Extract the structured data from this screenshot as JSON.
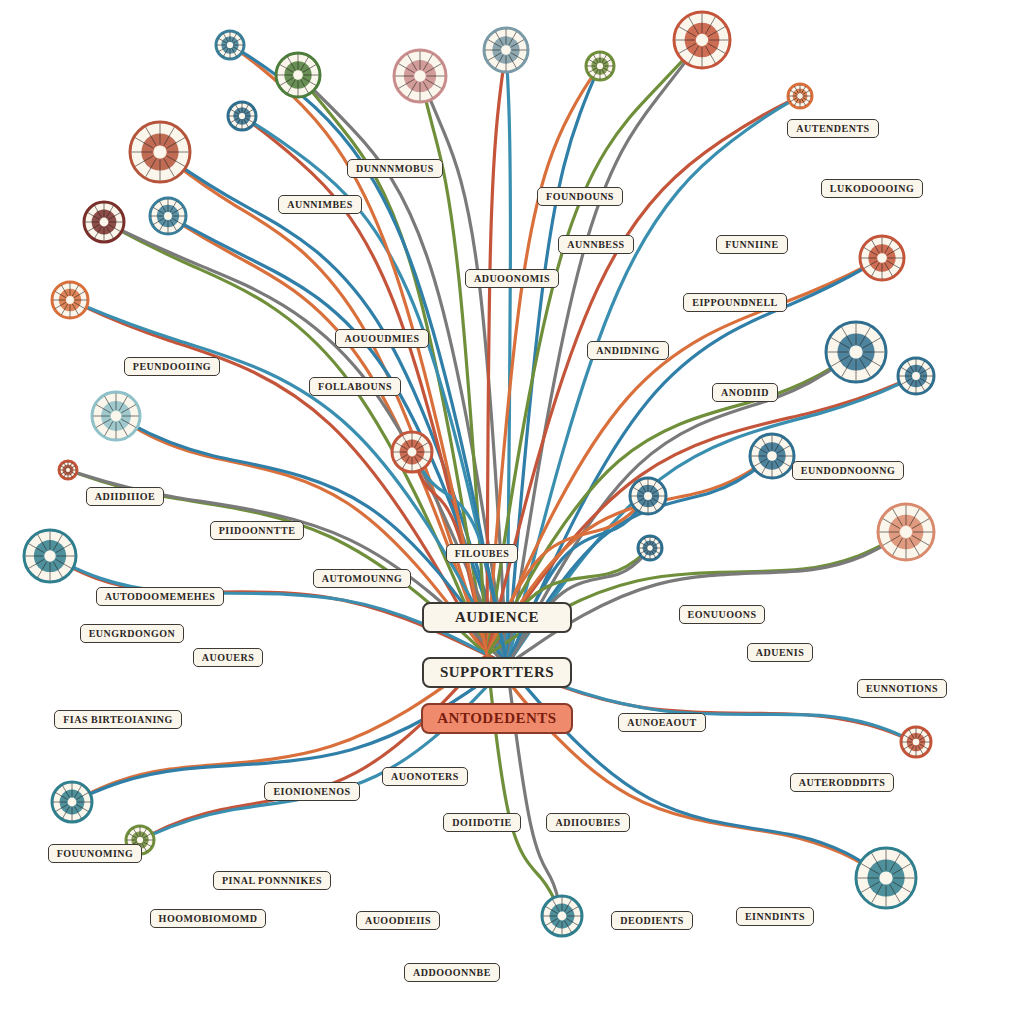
{
  "diagram": {
    "nodes": [
      {
        "text": [
          "AUTENDENTS"
        ]
      },
      {
        "text": [
          "DUNNNMOBUS"
        ]
      },
      {
        "text": [
          "LUKODOOOING"
        ]
      },
      {
        "text": [
          "FOUNDOUNS"
        ]
      },
      {
        "text": [
          "AUNNIMBES"
        ]
      },
      {
        "text": [
          "AUNNBESS"
        ]
      },
      {
        "text": [
          "FUNNIINE"
        ]
      },
      {
        "text": [
          "ADUOONOMIS"
        ]
      },
      {
        "text": [
          "EIPPOUNDNELL"
        ]
      },
      {
        "text": [
          "AOUOUDMIES"
        ]
      },
      {
        "text": [
          "ANDIDNING"
        ]
      },
      {
        "text": [
          "PEUNDOOIING"
        ]
      },
      {
        "text": [
          "FOLLABOUNS"
        ]
      },
      {
        "text": [
          "ANODIID"
        ]
      },
      {
        "text": [
          "EUNDODNOONNG"
        ]
      },
      {
        "text": [
          "ADIIDIIIOE"
        ]
      },
      {
        "text": [
          "PIIDOONNTTE"
        ]
      },
      {
        "text": [
          "FILOUBES"
        ]
      },
      {
        "text": [
          "AUTOMOUNNG"
        ]
      },
      {
        "text": [
          "AUTODOOMEMEHES"
        ]
      },
      {
        "text": [
          "EONUUOONS"
        ]
      },
      {
        "text": [
          "AUDIENCE"
        ]
      },
      {
        "text": [
          "EUNGRDONGON"
        ]
      },
      {
        "text": [
          "ADUENIS"
        ]
      },
      {
        "text": [
          "AUOUERS"
        ]
      },
      {
        "text": [
          "SUPPORTTERS"
        ]
      },
      {
        "text": [
          "EUNNOTIONS"
        ]
      },
      {
        "text": [
          "ANTODEDENTS"
        ]
      },
      {
        "text": [
          "FIAS BIRTEOIANING"
        ]
      },
      {
        "text": [
          "AUNOEAOUT"
        ]
      },
      {
        "text": [
          "AUONOTERS"
        ]
      },
      {
        "text": [
          "AUTERODDDITS"
        ]
      },
      {
        "text": [
          "EIONIONENOS"
        ]
      },
      {
        "text": [
          "DOIIDOTIE"
        ]
      },
      {
        "text": [
          "ADIIOUBIES"
        ]
      },
      {
        "text": [
          "FOUUNOMING"
        ]
      },
      {
        "text": [
          "PINAL PONNNIKES"
        ]
      },
      {
        "text": [
          "EINNDINTS"
        ]
      },
      {
        "text": [
          "HOOMOBIOMOMD"
        ]
      },
      {
        "text": [
          "AUOODIEIIS"
        ]
      },
      {
        "text": [
          "DEODIENTS"
        ]
      },
      {
        "text": [
          "ADDOOONNBE"
        ]
      }
    ]
  }
}
